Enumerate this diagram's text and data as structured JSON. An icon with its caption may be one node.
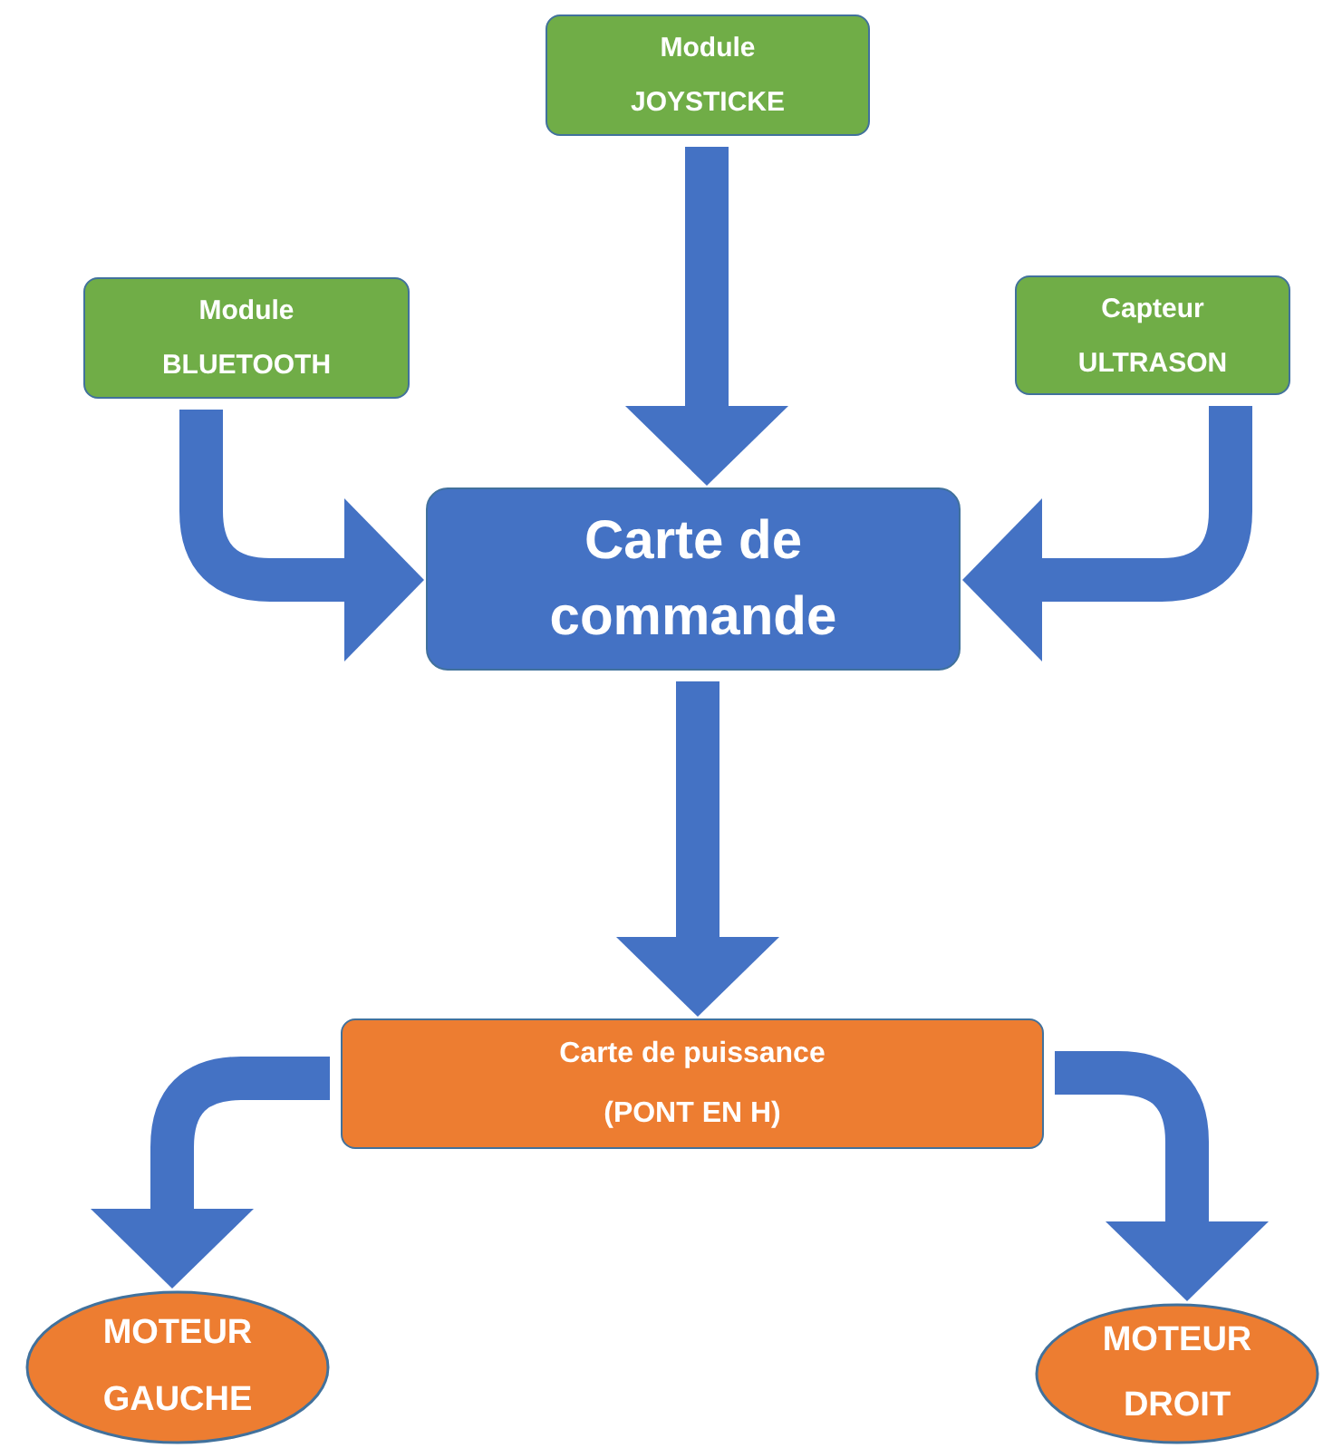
{
  "diagram": {
    "nodes": [
      {
        "text": [
          "Module",
          "JOYSTICKE"
        ]
      },
      {
        "text": [
          "Module",
          "BLUETOOTH"
        ]
      },
      {
        "text": [
          "Capteur",
          "ULTRASON"
        ]
      },
      {
        "text": [
          "Carte de commande"
        ]
      },
      {
        "text": [
          "Carte de puissance",
          "(PONT EN H)"
        ]
      },
      {
        "text": [
          "MOTEUR GAUCHE"
        ]
      },
      {
        "text": [
          "MOTEUR DROIT"
        ]
      }
    ],
    "edges": [
      {
        "from": 0,
        "to": 3,
        "arrow": "to"
      },
      {
        "from": 1,
        "to": 3,
        "arrow": "to"
      },
      {
        "from": 2,
        "to": 3,
        "arrow": "to"
      },
      {
        "from": 3,
        "to": 4,
        "arrow": "to"
      },
      {
        "from": 4,
        "to": 5,
        "arrow": "to"
      },
      {
        "from": 4,
        "to": 6,
        "arrow": "to"
      }
    ]
  }
}
